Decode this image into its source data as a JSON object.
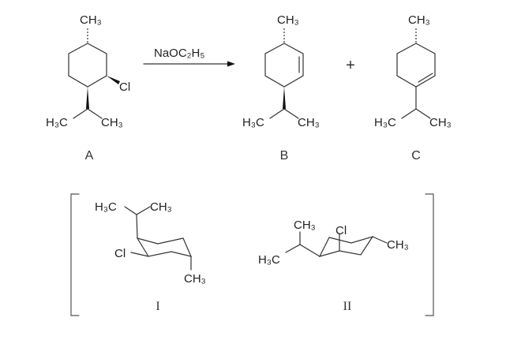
{
  "reaction": {
    "reagent": "NaOC₂H₅",
    "plus": "+",
    "molecules": {
      "A": {
        "label": "A",
        "top": "CH₃",
        "cl": "Cl",
        "left": "H₃C",
        "right": "CH₃"
      },
      "B": {
        "label": "B",
        "top": "CH₃",
        "left": "H₃C",
        "right": "CH₃"
      },
      "C": {
        "label": "C",
        "top": "CH₃",
        "left": "H₃C",
        "right": "CH₃"
      }
    }
  },
  "conformers": {
    "I": {
      "label": "I",
      "left": "H₃C",
      "right": "CH₃",
      "cl": "Cl",
      "bottom": "CH₃"
    },
    "II": {
      "label": "II",
      "top": "CH₃",
      "left": "H₃C",
      "cl": "Cl",
      "right": "CH₃"
    }
  }
}
